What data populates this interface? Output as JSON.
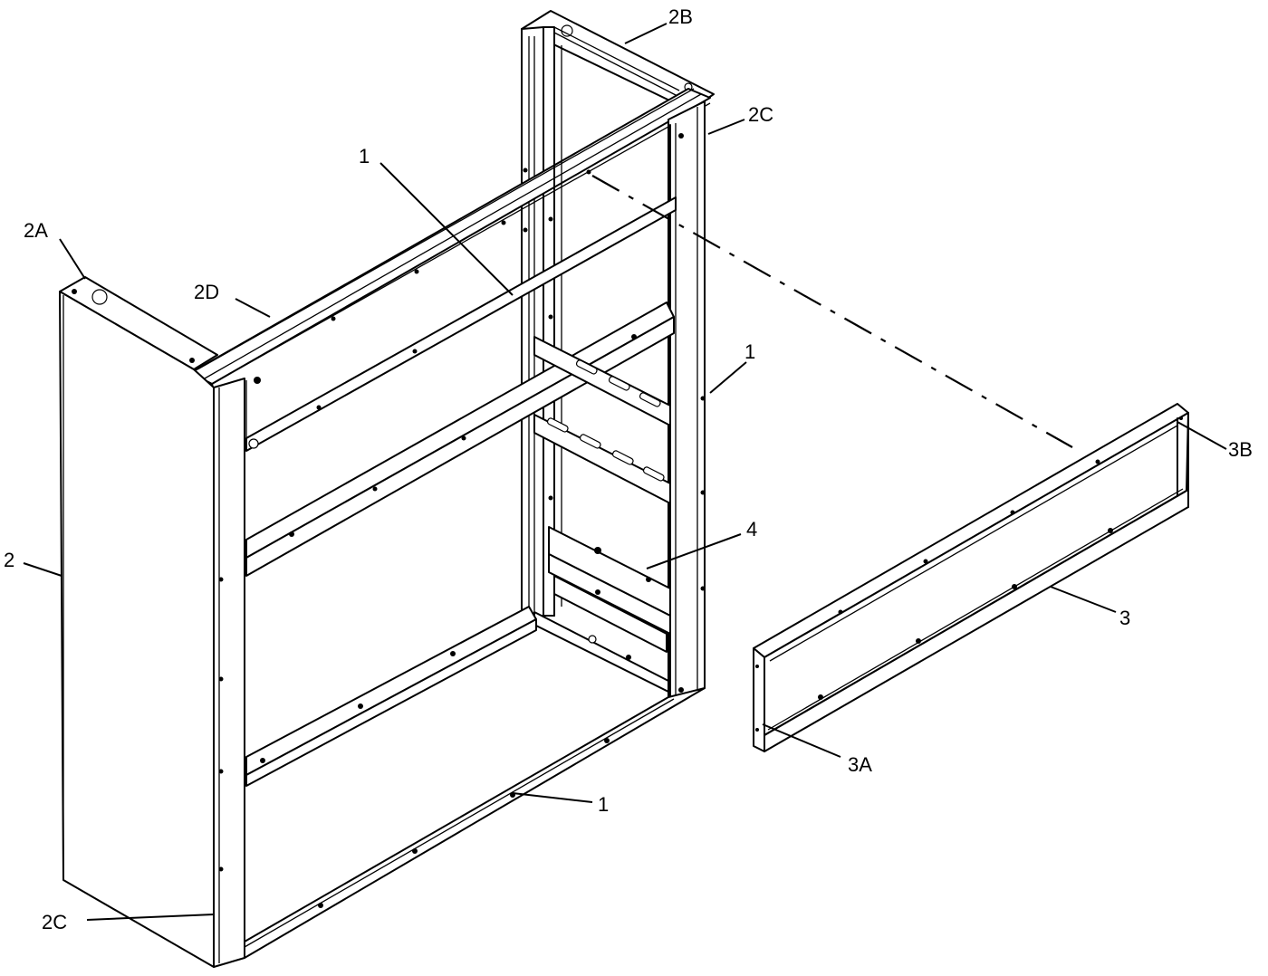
{
  "callouts": [
    {
      "id": "c-1-top",
      "text": "1"
    },
    {
      "id": "c-1-right",
      "text": "1"
    },
    {
      "id": "c-1-bottom",
      "text": "1"
    },
    {
      "id": "c-2",
      "text": "2"
    },
    {
      "id": "c-2a",
      "text": "2A"
    },
    {
      "id": "c-2b",
      "text": "2B"
    },
    {
      "id": "c-2c-top",
      "text": "2C"
    },
    {
      "id": "c-2c-bottom",
      "text": "2C"
    },
    {
      "id": "c-2d",
      "text": "2D"
    },
    {
      "id": "c-3",
      "text": "3"
    },
    {
      "id": "c-3a",
      "text": "3A"
    },
    {
      "id": "c-3b",
      "text": "3B"
    },
    {
      "id": "c-4",
      "text": "4"
    }
  ]
}
